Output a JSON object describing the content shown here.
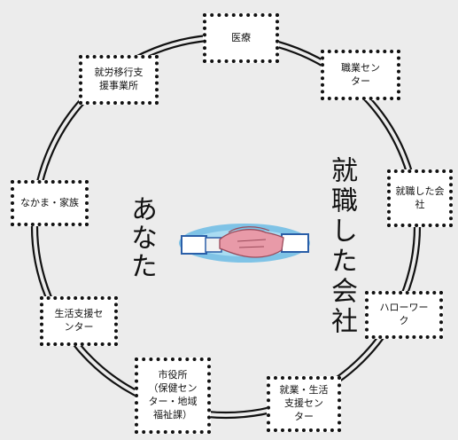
{
  "center": {
    "left_text": "あなた",
    "right_text": "就職した会社"
  },
  "nodes": [
    {
      "id": "iryo",
      "label": "医療"
    },
    {
      "id": "shokugyo",
      "label": "職業セン\nター"
    },
    {
      "id": "shushoku-kaisha",
      "label": "就職した会\n社"
    },
    {
      "id": "hellowork",
      "label": "ハローワー\nク"
    },
    {
      "id": "shugyo-seikatsu",
      "label": "就業・生活\n支援セン\nター"
    },
    {
      "id": "shiyakusho",
      "label": "市役所\n（保健セン\nター・地域\n福祉課）"
    },
    {
      "id": "seikatsu-shien",
      "label": "生活支援セ\nンター"
    },
    {
      "id": "nakama",
      "label": "なかま・家族"
    },
    {
      "id": "shuro-ikou",
      "label": "就労移行支\n援事業所"
    }
  ],
  "colors": {
    "ring": "#111111",
    "handshake_bg": "#6fb8e0",
    "hand_left": "#dcdcdc",
    "hand_right": "#e89aa8"
  },
  "icons": {
    "center_image": "handshake-icon"
  }
}
